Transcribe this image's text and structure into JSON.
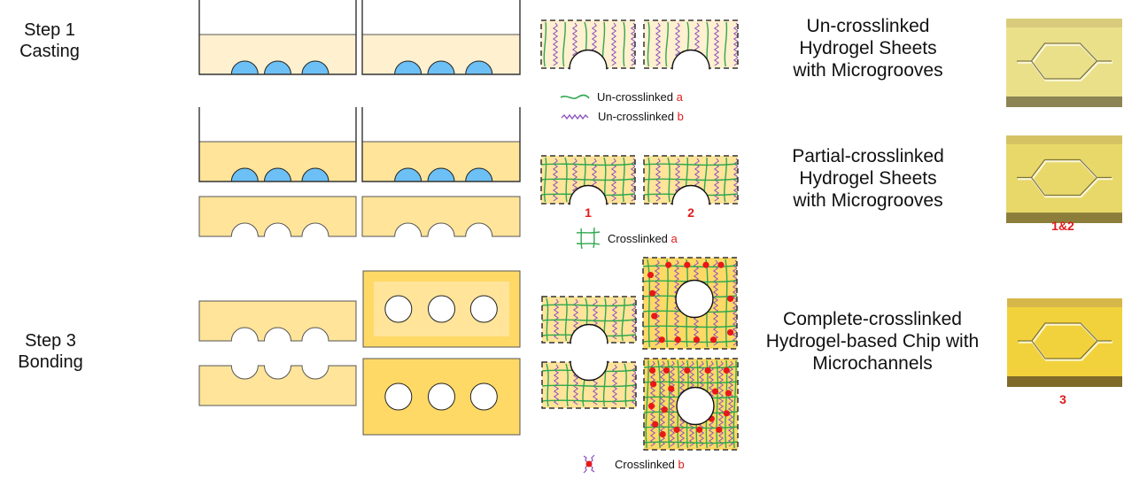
{
  "steps": [
    {
      "line1": "Step 1",
      "line2": "Casting"
    },
    {
      "line1": "Step 3",
      "line2": "Bonding"
    }
  ],
  "descriptions": [
    {
      "lines": [
        "Un-crosslinked",
        "Hydrogel Sheets",
        "with Microgrooves"
      ],
      "chip_label": ""
    },
    {
      "lines": [
        "Partial-crosslinked",
        "Hydrogel Sheets",
        "with Microgrooves"
      ],
      "chip_label": "1&2"
    },
    {
      "lines": [
        "Complete-crosslinked",
        "Hydrogel-based Chip with",
        "Microchannels"
      ],
      "chip_label": "3"
    }
  ],
  "legend": {
    "uncrosslinked_a": {
      "text": "Un-crosslinked ",
      "tag": "a"
    },
    "uncrosslinked_b": {
      "text": "Un-crosslinked ",
      "tag": "b"
    },
    "crosslinked_a": {
      "text": "Crosslinked ",
      "tag": "a"
    },
    "crosslinked_b": {
      "text": "Crosslinked ",
      "tag": "b"
    }
  },
  "tile_labels": [
    "1",
    "2"
  ],
  "colors": {
    "liquid_light": "#fff0cf",
    "liquid_mid": "#ffe49a",
    "gel_dark": "#ffd966",
    "mold_blue": "#6cc0f5",
    "chain_a": "#2fa84f",
    "chain_b": "#8a4fbf",
    "crosslink_b": "#e81818",
    "label_red": "#e01b1b",
    "chip1": "#ebe08a",
    "chip2": "#e8d86a",
    "chip3": "#f2d23c"
  }
}
